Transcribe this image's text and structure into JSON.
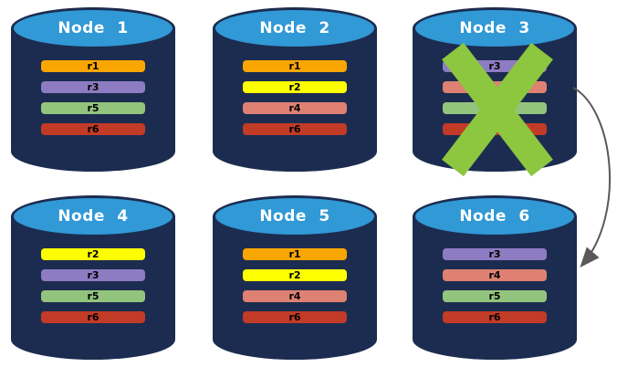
{
  "nodes": [
    {
      "title": "Node 1",
      "replicas": [
        {
          "label": "r1",
          "color": "#F9A602"
        },
        {
          "label": "r3",
          "color": "#8E7CC3"
        },
        {
          "label": "r5",
          "color": "#93C47D"
        },
        {
          "label": "r6",
          "color": "#C23B27"
        }
      ]
    },
    {
      "title": "Node 2",
      "replicas": [
        {
          "label": "r1",
          "color": "#F9A602"
        },
        {
          "label": "r2",
          "color": "#FDFF00"
        },
        {
          "label": "r4",
          "color": "#DE8172"
        },
        {
          "label": "r6",
          "color": "#C23B27"
        }
      ]
    },
    {
      "title": "Node 3",
      "failed": true,
      "replicas": [
        {
          "label": "r3",
          "color": "#8E7CC3"
        },
        {
          "label": "",
          "color": "#DE8172"
        },
        {
          "label": "",
          "color": "#93C47D"
        },
        {
          "label": "",
          "color": "#C23B27"
        }
      ]
    },
    {
      "title": "Node 4",
      "replicas": [
        {
          "label": "r2",
          "color": "#FDFF00"
        },
        {
          "label": "r3",
          "color": "#8E7CC3"
        },
        {
          "label": "r5",
          "color": "#93C47D"
        },
        {
          "label": "r6",
          "color": "#C23B27"
        }
      ]
    },
    {
      "title": "Node 5",
      "replicas": [
        {
          "label": "r1",
          "color": "#F9A602"
        },
        {
          "label": "r2",
          "color": "#FDFF00"
        },
        {
          "label": "r4",
          "color": "#DE8172"
        },
        {
          "label": "r6",
          "color": "#C23B27"
        }
      ]
    },
    {
      "title": "Node 6",
      "replicas": [
        {
          "label": "r3",
          "color": "#8E7CC3"
        },
        {
          "label": "r4",
          "color": "#DE8172"
        },
        {
          "label": "r5",
          "color": "#93C47D"
        },
        {
          "label": "r6",
          "color": "#C23B27"
        }
      ]
    }
  ],
  "colors": {
    "cylinder_body": "#1C2C50",
    "cylinder_top": "#3099D6",
    "failure_x": "#8DC63F",
    "arrow": "#595959",
    "node_title_text": "#FFFFFF",
    "replica_label_text": "#000000"
  }
}
